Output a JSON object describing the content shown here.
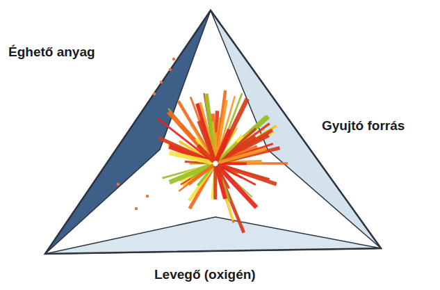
{
  "diagram": {
    "labels": [
      "Éghető anyag",
      "Gyujtó forrás",
      "Levegő (oxigén)"
    ]
  }
}
